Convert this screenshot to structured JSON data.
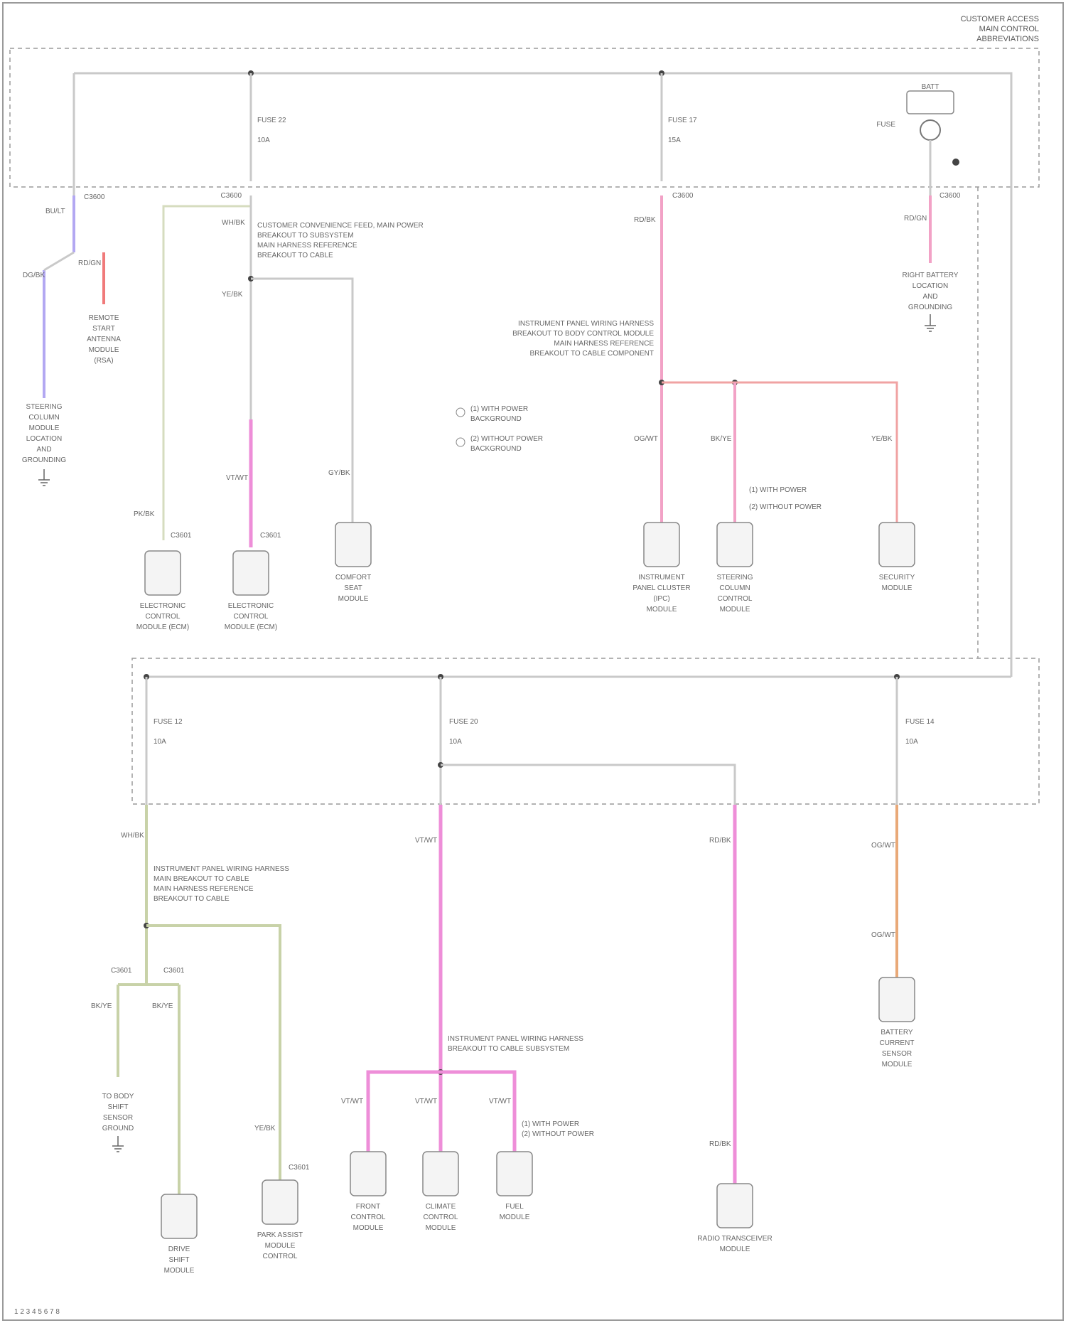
{
  "header": {
    "lines": [
      "CUSTOMER ACCESS",
      "MAIN CONTROL",
      "ABBREVIATIONS"
    ]
  },
  "fuses": [
    {
      "name": "FUSE 22",
      "rating": "10A"
    },
    {
      "name": "FUSE 17",
      "rating": "15A"
    },
    {
      "name": "FUSE 12",
      "rating": "10A"
    },
    {
      "name": "FUSE 20",
      "rating": "10A"
    },
    {
      "name": "FUSE 14",
      "rating": "10A"
    }
  ],
  "battery": {
    "label": "BATT",
    "sublabel": "FUSE"
  },
  "connectors": {
    "c1": "C3600",
    "c2": "C3600",
    "c3": "C3600",
    "c4": "C3601",
    "c5": "C3601",
    "c6": "C3600",
    "c7": "C3601",
    "c8": "C3601",
    "c9": "C3601"
  },
  "wire_codes": {
    "w1": "BU/LT",
    "w2": "DG/BK",
    "w3": "WH/BK",
    "w4": "YE/BK",
    "w5": "RD/GN",
    "w6": "VT/WT",
    "w7": "GY/BK",
    "w8": "PK/BK",
    "w9": "RD/BK",
    "w10": "OG/WT",
    "w11": "BK/YE"
  },
  "splice_notes": {
    "top_left": [
      "CUSTOMER CONVENIENCE FEED, MAIN POWER",
      "BREAKOUT TO SUBSYSTEM",
      "MAIN HARNESS REFERENCE",
      "BREAKOUT TO CABLE"
    ],
    "top_mid": [
      "INSTRUMENT PANEL WIRING HARNESS",
      "BREAKOUT TO BODY CONTROL MODULE",
      "MAIN HARNESS REFERENCE",
      "BREAKOUT TO CABLE COMPONENT"
    ],
    "legend1": "(1) WITH POWER",
    "legend1b": "BACKGROUND",
    "legend2": "(2) WITHOUT POWER",
    "legend2b": "BACKGROUND",
    "bottom_left": [
      "INSTRUMENT PANEL WIRING HARNESS",
      "MAIN BREAKOUT TO CABLE",
      "MAIN HARNESS REFERENCE",
      "BREAKOUT TO CABLE"
    ],
    "bottom_mid": [
      "INSTRUMENT PANEL WIRING HARNESS",
      "BREAKOUT TO CABLE SUBSYSTEM"
    ],
    "bottom_mid2": [
      "(1) WITH POWER",
      "(2) WITHOUT POWER"
    ]
  },
  "components": {
    "ground_left": [
      "STEERING",
      "COLUMN",
      "MODULE",
      "LOCATION",
      "AND",
      "GROUNDING"
    ],
    "remote": [
      "REMOTE",
      "START",
      "ANTENNA",
      "MODULE",
      "(RSA)"
    ],
    "elec_a": [
      "ELECTRONIC",
      "CONTROL",
      "MODULE (ECM)"
    ],
    "elec_b": [
      "ELECTRONIC",
      "CONTROL",
      "MODULE (ECM)"
    ],
    "comfort": [
      "COMFORT",
      "SEAT",
      "MODULE"
    ],
    "ipc": [
      "INSTRUMENT",
      "PANEL CLUSTER",
      "(IPC)",
      "MODULE"
    ],
    "steering": [
      "STEERING",
      "COLUMN",
      "CONTROL",
      "MODULE"
    ],
    "security": [
      "SECURITY",
      "MODULE"
    ],
    "right_ground": [
      "RIGHT BATTERY",
      "LOCATION",
      "AND",
      "GROUNDING"
    ],
    "lower_ground": [
      "TO BODY",
      "SHIFT",
      "SENSOR",
      "GROUND"
    ],
    "drive_shift": [
      "DRIVE",
      "SHIFT",
      "MODULE"
    ],
    "park_assist": [
      "PARK ASSIST",
      "MODULE",
      "CONTROL"
    ],
    "front_control": [
      "FRONT",
      "CONTROL",
      "MODULE"
    ],
    "climate": [
      "CLIMATE",
      "CONTROL",
      "MODULE"
    ],
    "fuel": [
      "FUEL",
      "MODULE"
    ],
    "radio": [
      "RADIO TRANSCEIVER",
      "MODULE"
    ],
    "battery_sensor": [
      "BATTERY",
      "CURRENT",
      "SENSOR",
      "MODULE"
    ]
  },
  "footer": "1 2 3 4 5 6 7 8"
}
